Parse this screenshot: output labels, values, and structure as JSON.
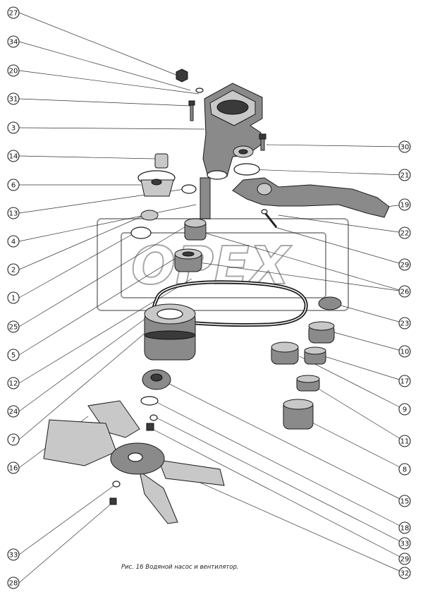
{
  "caption": "Рис. 16 Водяной насос и вентилятор.",
  "watermark": "OPEX",
  "callouts_left": [
    "27",
    "34",
    "20",
    "31",
    "3",
    "14",
    "6",
    "13",
    "4",
    "2",
    "1",
    "25",
    "5",
    "12",
    "24",
    "7",
    "16",
    "33",
    "28"
  ],
  "callouts_right": [
    "30",
    "21",
    "19",
    "22",
    "29",
    "26",
    "23",
    "10",
    "17",
    "9",
    "11",
    "8",
    "15",
    "18",
    "33",
    "29",
    "32"
  ],
  "colors": {
    "ink": "#1a1a1a",
    "watermark": "#9a9a9a",
    "background": "#ffffff"
  }
}
